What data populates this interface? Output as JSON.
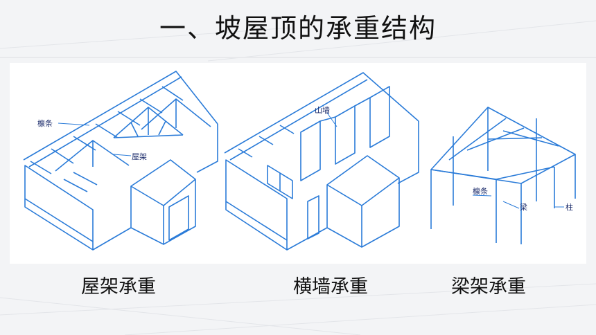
{
  "title": "一、坡屋顶的承重结构",
  "figures": [
    {
      "caption": "屋架承重",
      "labels": {
        "purlin": "檩条",
        "truss": "屋架"
      }
    },
    {
      "caption": "横墙承重",
      "labels": {
        "gable_wall": "山墙"
      }
    },
    {
      "caption": "梁架承重",
      "labels": {
        "purlin": "檩条",
        "beam": "梁",
        "column": "柱"
      }
    }
  ],
  "colors": {
    "line": "#2a7bd8",
    "background": "#f3f4f6"
  }
}
